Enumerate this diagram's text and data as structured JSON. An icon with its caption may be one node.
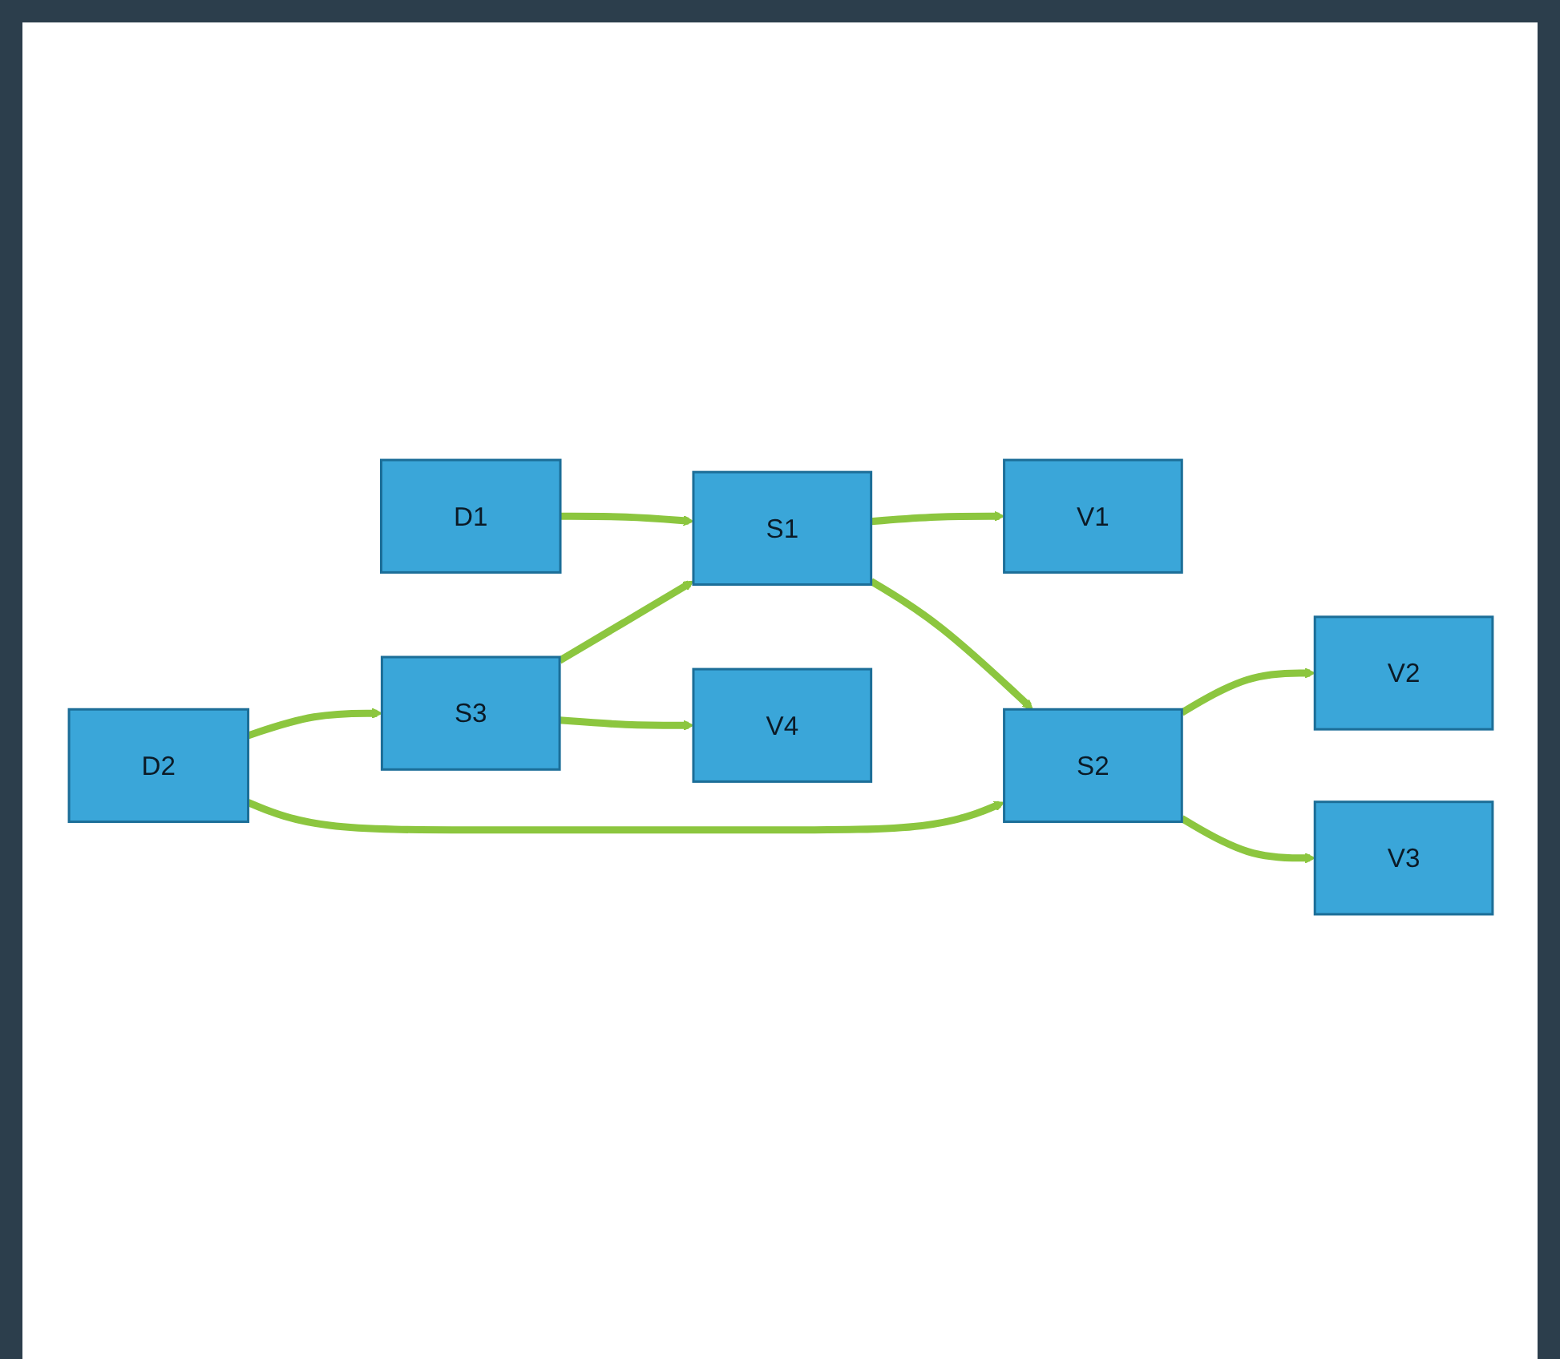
{
  "diagram": {
    "nodes": [
      {
        "text": [
          "D1"
        ]
      },
      {
        "text": [
          "S1"
        ]
      },
      {
        "text": [
          "V1"
        ]
      },
      {
        "text": [
          "D2"
        ]
      },
      {
        "text": [
          "S2"
        ]
      },
      {
        "text": [
          "V2"
        ]
      },
      {
        "text": [
          "V3"
        ]
      },
      {
        "text": [
          "S3"
        ]
      },
      {
        "text": [
          "V4"
        ]
      }
    ],
    "edges": [
      {
        "from": 0,
        "to": 1,
        "arrow": "to"
      },
      {
        "from": 1,
        "to": 2,
        "arrow": "to"
      },
      {
        "from": 1,
        "to": 4,
        "arrow": "to"
      },
      {
        "from": 3,
        "to": 4,
        "arrow": "to"
      },
      {
        "from": 4,
        "to": 5,
        "arrow": "to"
      },
      {
        "from": 4,
        "to": 6,
        "arrow": "to"
      },
      {
        "from": 3,
        "to": 7,
        "arrow": "to"
      },
      {
        "from": 7,
        "to": 8,
        "arrow": "to"
      },
      {
        "from": 7,
        "to": 1,
        "arrow": "to"
      }
    ]
  }
}
